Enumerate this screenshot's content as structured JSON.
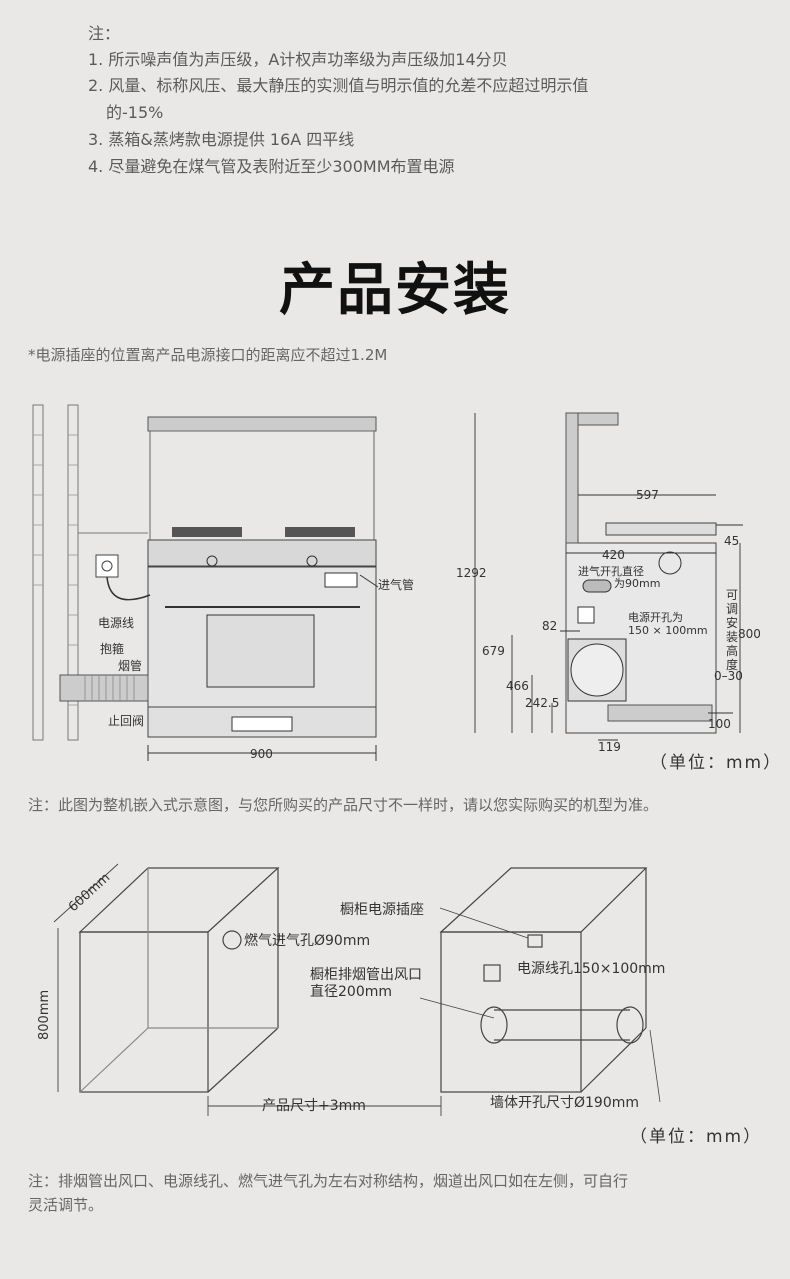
{
  "notes": {
    "heading": "注：",
    "items": [
      "1. 所示噪声值为声压级，A计权声功率级为声压级加14分贝",
      "2. 风量、标称风压、最大静压的实测值与明示值的允差不应超过明示值",
      "的-15%",
      "3. 蒸箱&蒸烤款电源提供 16A  四平线",
      "4. 尽量避免在煤气管及表附近至少300MM布置电源"
    ]
  },
  "title": "产品安装",
  "power_note": "*电源插座的位置离产品电源接口的距离应不超过1.2M",
  "front_diagram": {
    "labels": {
      "gas_pipe": "进气管",
      "power_cord": "电源线",
      "hoop": "抱箍",
      "smoke_pipe": "烟管",
      "check_valve": "止回阀",
      "width": "900"
    }
  },
  "side_diagram": {
    "dims": {
      "height_total": "1292",
      "depth_top": "597",
      "top_45": "45",
      "d420": "420",
      "gas_hole": "进气开孔直径",
      "gas_hole_2": "为90mm",
      "power_hole": "电源开孔为",
      "power_hole_2": "150 × 100mm",
      "d82": "82",
      "h679": "679",
      "h466": "466",
      "h2425": "242.5",
      "h800": "800",
      "adjust": [
        "可",
        "调",
        "安",
        "装",
        "高",
        "度",
        "0–30"
      ],
      "h100": "100",
      "w119": "119"
    },
    "unit": "（单位：mm）"
  },
  "fit_note": "注：此图为整机嵌入式示意图，与您所购买的产品尺寸不一样时，请以您实际购买的机型为准。",
  "cabinet_diagram": {
    "depth": "600mm",
    "height": "800mm",
    "gas_hole": "燃气进气孔Ø90mm",
    "socket": "橱柜电源插座",
    "power_hole": "电源线孔150×100mm",
    "exhaust_1": "橱柜排烟管出风口",
    "exhaust_2": "直径200mm",
    "product_size": "产品尺寸+3mm",
    "wall_hole": "墙体开孔尺寸Ø190mm",
    "unit": "（单位：mm）"
  },
  "bottom_note": [
    "注：排烟管出风口、电源线孔、燃气进气孔为左右对称结构，烟道出风口如在左侧，可自行",
    "灵活调节。"
  ]
}
